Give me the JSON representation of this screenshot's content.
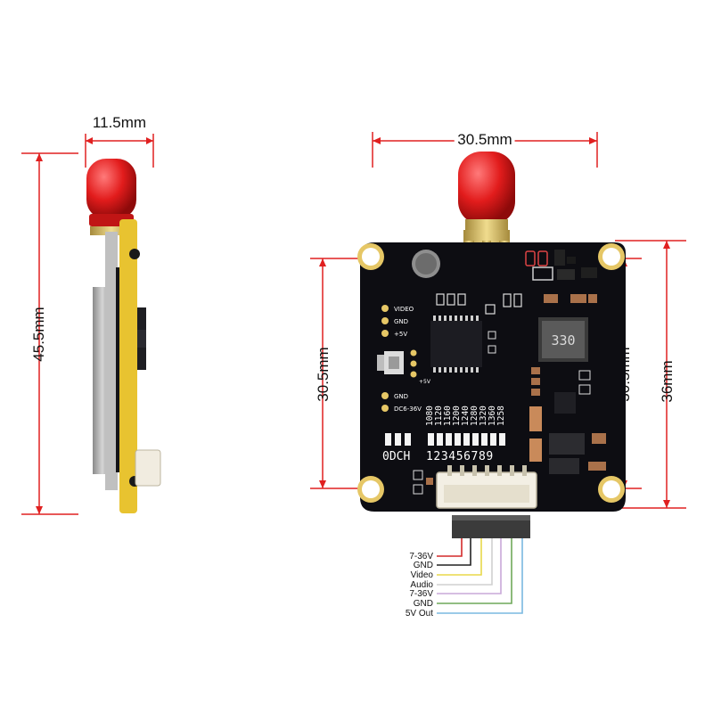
{
  "dimensions": {
    "side_width": "11.5mm",
    "side_height": "45.5mm",
    "top_width": "30.5mm",
    "left_height": "30.5mm",
    "hole_spacing": "30.5mm",
    "board_height": "36mm"
  },
  "board": {
    "inductor_marking": "330",
    "pin_labels_top": [
      "VIDEO",
      "GND",
      "+5V"
    ],
    "pin_label_right": "+5V",
    "pin_labels_bottom": [
      "GND",
      "DC6-36V"
    ],
    "frequencies": [
      "1080",
      "1120",
      "1160",
      "1200",
      "1240",
      "1280",
      "1320",
      "1360",
      "1258"
    ],
    "ch_label": "0DCH",
    "channel_digits": "123456789"
  },
  "wiring": {
    "labels": [
      "7-36V",
      "GND",
      "Video",
      "Audio",
      "7-36V",
      "GND",
      "5V Out"
    ],
    "colors": [
      "#d42a2a",
      "#222222",
      "#e8d84a",
      "#f2f2f2",
      "#c8a8d8",
      "#6fa85a",
      "#7ab8e0"
    ]
  },
  "colors": {
    "pcb": "#0d0d12",
    "antenna": "#e21c1c",
    "side_pcb": "#e8c330",
    "dimension_red": "#e02020"
  }
}
